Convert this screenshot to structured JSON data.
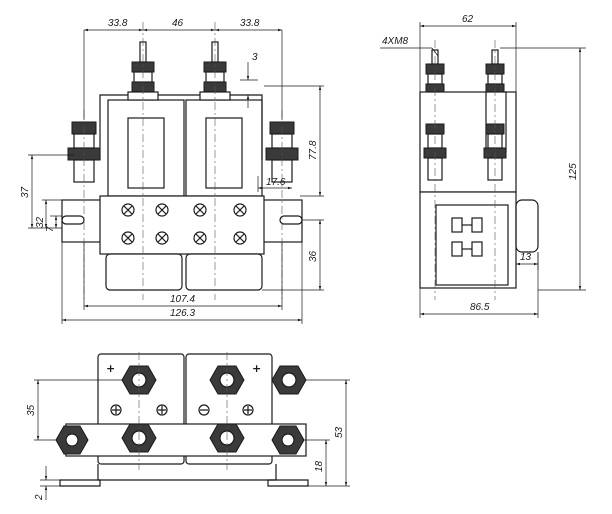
{
  "dimensions": {
    "front_top_left": "33.8",
    "front_top_mid": "46",
    "front_top_right": "33.8",
    "front_gap": "3",
    "front_height": "77.8",
    "front_inset": "17.6",
    "front_left_37": "37",
    "front_left_32": "32",
    "front_left_7": "7",
    "front_right_36": "36",
    "front_width_inner": "107.4",
    "front_width_total": "126.3",
    "side_width": "62",
    "side_thread": "4XM8",
    "side_height": "125",
    "side_offset": "13",
    "side_depth": "86.5",
    "top_left_35": "35",
    "top_right_53": "53",
    "top_right_18": "18",
    "top_left_2": "2"
  },
  "symbols": {
    "plus": "+"
  }
}
